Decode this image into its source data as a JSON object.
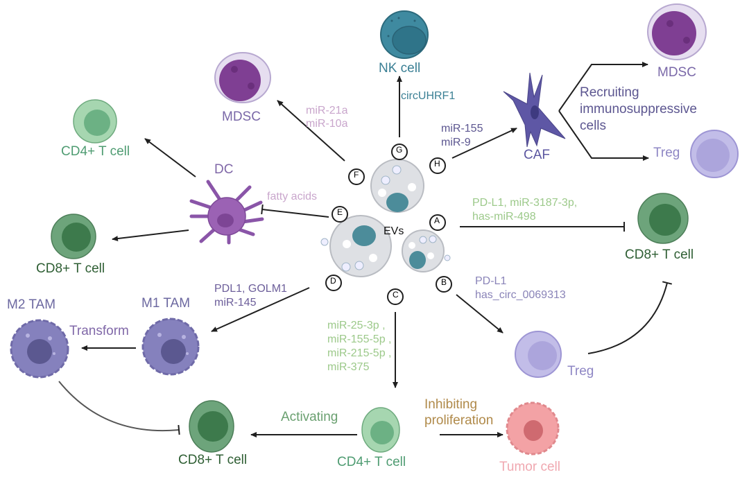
{
  "center": {
    "label": "EVs"
  },
  "markers": [
    "A",
    "B",
    "C",
    "D",
    "E",
    "F",
    "G",
    "H"
  ],
  "cells": {
    "nk": {
      "label": "NK cell",
      "color": "#3a7f94"
    },
    "mdsc_top": {
      "label": "MDSC",
      "color": "#7a68a8"
    },
    "mdsc_right": {
      "label": "MDSC",
      "color": "#7a68a8"
    },
    "caf": {
      "label": "CAF",
      "color": "#5b56a0"
    },
    "treg_right": {
      "label": "Treg",
      "color": "#8e86c4"
    },
    "cd4_left": {
      "label": "CD4+ T cell",
      "color": "#4f9c72"
    },
    "dc": {
      "label": "DC",
      "color": "#8068a8"
    },
    "cd8_left": {
      "label": "CD8+ T cell",
      "color": "#2e5e33"
    },
    "cd8_right": {
      "label": "CD8+ T cell",
      "color": "#2e5e33"
    },
    "m2": {
      "label": "M2 TAM",
      "color": "#6c68a0"
    },
    "m1": {
      "label": "M1 TAM",
      "color": "#6c68a0"
    },
    "treg_bottom": {
      "label": "Treg",
      "color": "#8e86c4"
    },
    "cd8_bottom": {
      "label": "CD8+ T cell",
      "color": "#2e5e33"
    },
    "cd4_bottom": {
      "label": "CD4+ T cell",
      "color": "#4f9c72"
    },
    "tumor": {
      "label": "Tumor cell",
      "color": "#f0a8b0"
    }
  },
  "annotations": {
    "circUHRF1": "circUHRF1",
    "mir21a": "miR-21a",
    "mir10a": "miR-10a",
    "mir155": "miR-155",
    "mir9": "miR-9",
    "recruiting": [
      "Recruiting",
      "immunosuppressive",
      "cells"
    ],
    "fatty_acids": "fatty acids",
    "pdl1_a1": "PD-L1, miR-3187-3p,",
    "pdl1_a2": "has-miR-498",
    "pdl1_b1": "PD-L1",
    "pdl1_b2": "has_circ_0069313",
    "pdl1_d1": "PDL1, GOLM1",
    "pdl1_d2": "miR-145",
    "transform": "Transform",
    "mir_c": [
      "miR-25-3p ,",
      "miR-155-5p ,",
      "miR-215-5p ,",
      "miR-375"
    ],
    "activating": "Activating",
    "inhibiting": [
      "Inhibiting",
      "proliferation"
    ]
  },
  "colors": {
    "green_text": "#9cc98a",
    "pink_text": "#c9a6cc",
    "purple_text": "#6c5e9a",
    "teal_text": "#3a7f94",
    "orange_text": "#b08a4a",
    "arrow": "#1f1f1f"
  }
}
